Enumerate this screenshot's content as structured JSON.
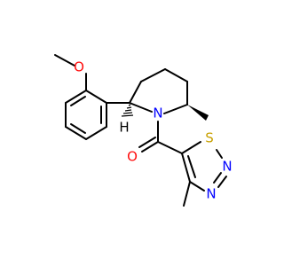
{
  "molecule": {
    "atoms": {
      "O_methoxy": {
        "symbol": "O",
        "color": "#ff0d0d"
      },
      "N_ring": {
        "symbol": "N",
        "color": "#0000ff"
      },
      "H_stereo": {
        "symbol": "H",
        "color": "#000000"
      },
      "O_carbonyl": {
        "symbol": "O",
        "color": "#ff0d0d"
      },
      "S_thiadiazole": {
        "symbol": "S",
        "color": "#c8a000"
      },
      "N_thiadiazole_2": {
        "symbol": "N",
        "color": "#0000ff"
      },
      "N_thiadiazole_3": {
        "symbol": "N",
        "color": "#0000ff"
      }
    }
  }
}
